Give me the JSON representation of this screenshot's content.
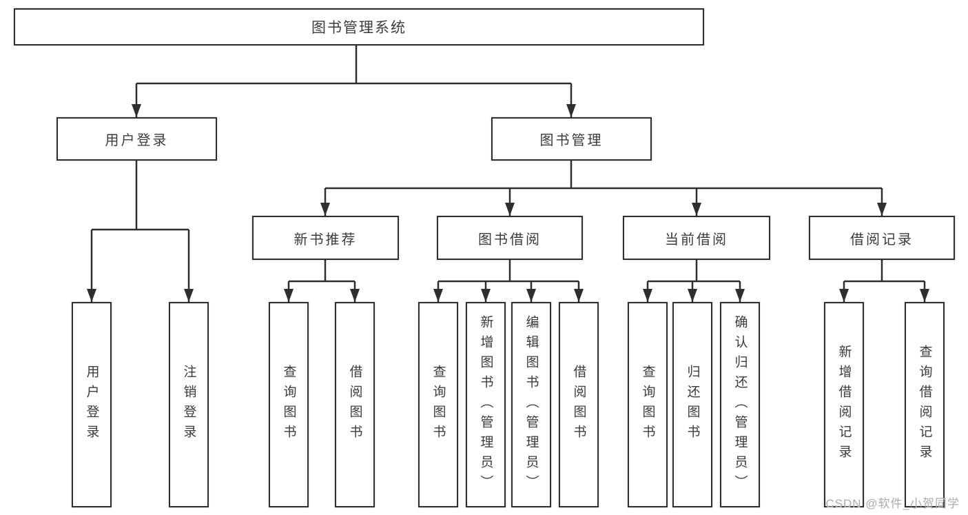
{
  "colors": {
    "background": "#ffffff",
    "line": "#2e2e2e",
    "box_border": "#2e2e2e",
    "text": "#3b3b3b",
    "watermark_text": "#989ea4"
  },
  "watermark": {
    "text": "CSDN @软件_小贺同学"
  },
  "tree": {
    "root": {
      "label": "图书管理系统"
    },
    "level2": [
      {
        "label": "用户登录",
        "parent": "图书管理系统"
      },
      {
        "label": "图书管理",
        "parent": "图书管理系统"
      }
    ],
    "level3": [
      {
        "label": "新书推荐",
        "parent": "图书管理"
      },
      {
        "label": "图书借阅",
        "parent": "图书管理"
      },
      {
        "label": "当前借阅",
        "parent": "图书管理"
      },
      {
        "label": "借阅记录",
        "parent": "图书管理"
      }
    ],
    "leaves": [
      {
        "label": "用户登录",
        "parent": "用户登录"
      },
      {
        "label": "注销登录",
        "parent": "用户登录"
      },
      {
        "label": "查询图书",
        "parent": "新书推荐"
      },
      {
        "label": "借阅图书",
        "parent": "新书推荐"
      },
      {
        "label": "查询图书",
        "parent": "图书借阅"
      },
      {
        "label": "新增图书（管理员）",
        "parent": "图书借阅"
      },
      {
        "label": "编辑图书（管理员）",
        "parent": "图书借阅"
      },
      {
        "label": "借阅图书",
        "parent": "图书借阅"
      },
      {
        "label": "查询图书",
        "parent": "当前借阅"
      },
      {
        "label": "归还图书",
        "parent": "当前借阅"
      },
      {
        "label": "确认归还（管理员）",
        "parent": "当前借阅"
      },
      {
        "label": "新增借阅记录",
        "parent": "借阅记录"
      },
      {
        "label": "查询借阅记录",
        "parent": "借阅记录"
      }
    ]
  }
}
